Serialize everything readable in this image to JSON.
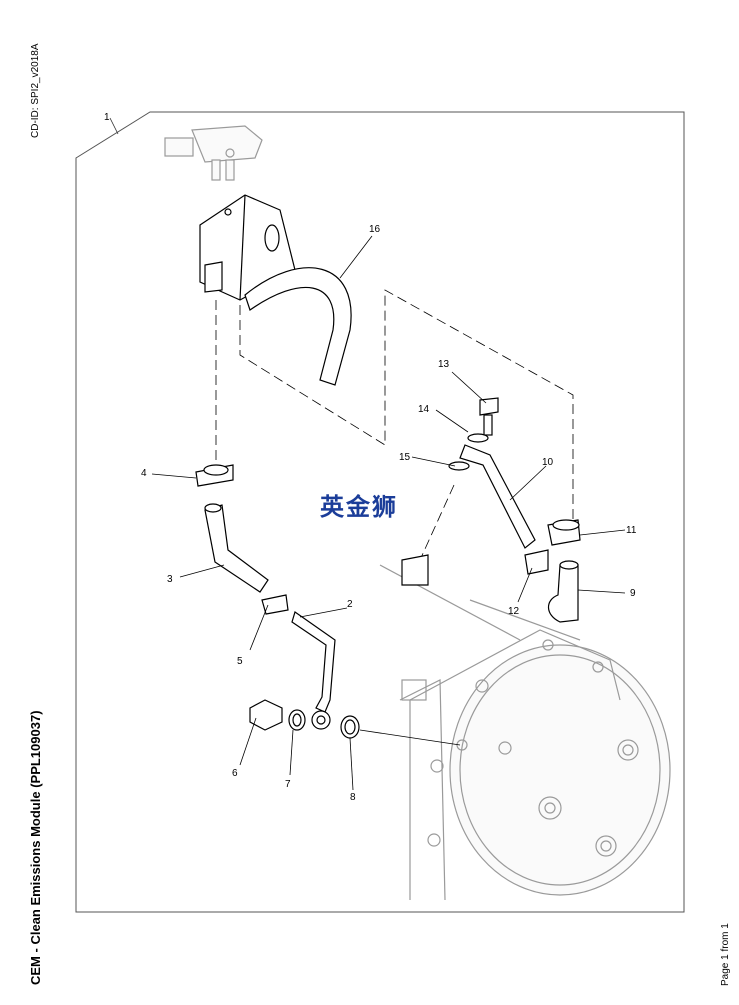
{
  "document": {
    "cd_id": "CD-ID: SPI2_v2018A",
    "title": "CEM - Clean Emissions Module (PPL109037)",
    "page": "Page 1 from 1"
  },
  "watermark": "英金狮",
  "callouts": [
    "1",
    "2",
    "3",
    "4",
    "5",
    "6",
    "7",
    "8",
    "9",
    "10",
    "11",
    "12",
    "13",
    "14",
    "15",
    "16"
  ]
}
